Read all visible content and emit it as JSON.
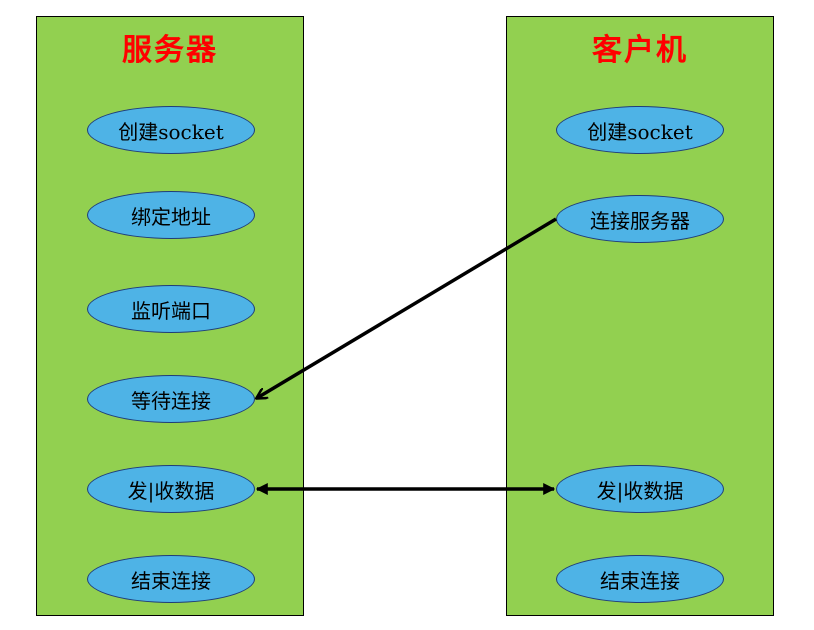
{
  "colors": {
    "panel": "#92d050",
    "title": "#ff0000",
    "node": "#4eb3e6",
    "node_border": "#1f3d7a",
    "arrow": "#000000"
  },
  "server": {
    "title": "服务器",
    "steps": [
      "创建socket",
      "绑定地址",
      "监听端口",
      "等待连接",
      "发|收数据",
      "结束连接"
    ]
  },
  "client": {
    "title": "客户机",
    "steps": [
      "创建socket",
      "连接服务器",
      "发|收数据",
      "结束连接"
    ]
  },
  "connections": [
    {
      "from": "client.steps.1",
      "to": "server.steps.3",
      "direction": "one-way"
    },
    {
      "from": "server.steps.4",
      "to": "client.steps.2",
      "direction": "two-way"
    }
  ]
}
